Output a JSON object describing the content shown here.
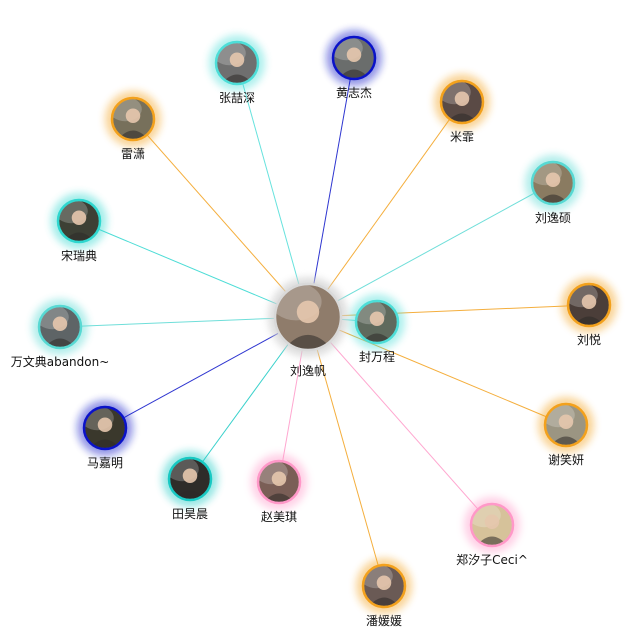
{
  "graph": {
    "center": {
      "id": "center",
      "label": "刘逸帆",
      "avatar_tone": "#8f7c6b"
    },
    "friends": [
      {
        "id": "zhangzheshen",
        "label": "张喆深",
        "color": "#4dded8",
        "avatar_tone": "#6f6f6f"
      },
      {
        "id": "huangzhijie",
        "label": "黄志杰",
        "color": "#0a12c8",
        "avatar_tone": "#6a6d6c"
      },
      {
        "id": "mixiao",
        "label": "米霏",
        "color": "#f3a11c",
        "avatar_tone": "#5a4a45"
      },
      {
        "id": "liuyishuo",
        "label": "刘逸硕",
        "color": "#57d9d3",
        "avatar_tone": "#8a7b61"
      },
      {
        "id": "liuyue",
        "label": "刘悦",
        "color": "#f3a11c",
        "avatar_tone": "#4b3e39"
      },
      {
        "id": "fengwancheng",
        "label": "封万程",
        "color": "#4dded8",
        "avatar_tone": "#5f6a5d"
      },
      {
        "id": "xiexiaoyan",
        "label": "谢笑妍",
        "color": "#f3a11c",
        "avatar_tone": "#9b9582"
      },
      {
        "id": "zhengxizi",
        "label": "郑汐子Ceci^",
        "color": "#ff98c8",
        "avatar_tone": "#d6c29a"
      },
      {
        "id": "panyuanyuan",
        "label": "潘媛媛",
        "color": "#f3a11c",
        "avatar_tone": "#6a5a55"
      },
      {
        "id": "zhaomeiqi",
        "label": "赵美琪",
        "color": "#ff98c8",
        "avatar_tone": "#7a5e56"
      },
      {
        "id": "tianhaochen",
        "label": "田昊晨",
        "color": "#18c9c3",
        "avatar_tone": "#2e2c29"
      },
      {
        "id": "majiaming",
        "label": "马嘉明",
        "color": "#0a12c8",
        "avatar_tone": "#3a382c"
      },
      {
        "id": "wanwendian",
        "label": "万文典abandon~",
        "color": "#57d9d3",
        "avatar_tone": "#5e6466"
      },
      {
        "id": "songruidian",
        "label": "宋瑞典",
        "color": "#2ed7cf",
        "avatar_tone": "#3d4035"
      },
      {
        "id": "leixiao",
        "label": "雷潇",
        "color": "#f3a11c",
        "avatar_tone": "#77705b"
      }
    ]
  }
}
